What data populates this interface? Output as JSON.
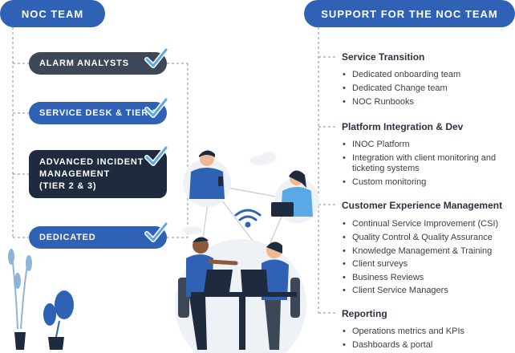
{
  "noc_team": {
    "title": "NOC TEAM",
    "items": [
      {
        "label": "ALARM ANALYSTS"
      },
      {
        "label": "SERVICE DESK & TIER 1"
      },
      {
        "lines": [
          "ADVANCED INCIDENT",
          "MANAGEMENT",
          "(TIER 2 & 3)"
        ]
      },
      {
        "label": "DEDICATED"
      }
    ]
  },
  "support": {
    "title": "SUPPORT FOR THE NOC TEAM",
    "sections": [
      {
        "title": "Service Transition",
        "items": [
          "Dedicated onboarding team",
          "Dedicated Change team",
          "NOC Runbooks"
        ]
      },
      {
        "title": "Platform Integration & Dev",
        "items": [
          "INOC Platform",
          "Integration with client monitoring and ticketing systems",
          "Custom monitoring"
        ]
      },
      {
        "title": "Customer Experience Management",
        "items": [
          "Continual Service Improvement (CSI)",
          "Quality Control & Quality Assurance",
          "Knowledge Management & Training",
          "Client surveys",
          "Business Reviews",
          "Client Service Managers"
        ]
      },
      {
        "title": "Reporting",
        "items": [
          "Operations metrics and KPIs",
          "Dashboards & portal"
        ]
      }
    ]
  },
  "colors": {
    "accent_blue": "#2f62b5",
    "dark_gray": "#3c4757",
    "navy": "#1e2a3d",
    "check_blue": "#5aa9e6"
  },
  "icons": [
    "checkmark-icon",
    "wifi-icon",
    "plant-icon",
    "cloud-icon"
  ]
}
